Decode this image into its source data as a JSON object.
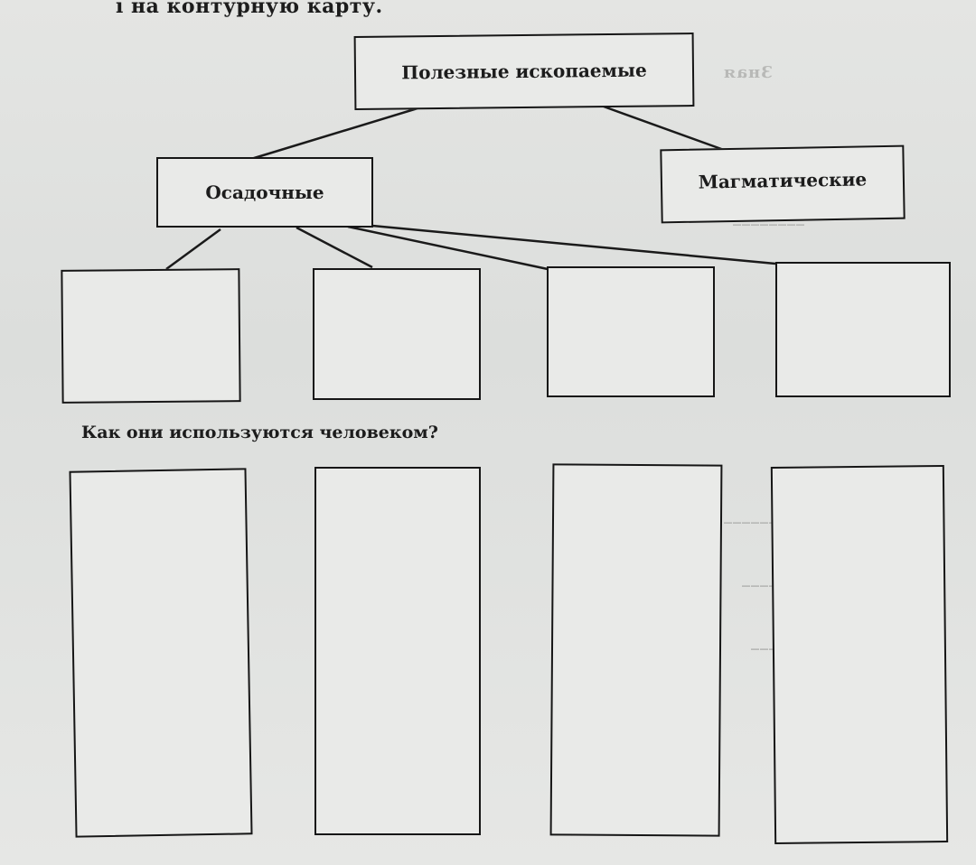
{
  "header": {
    "text": "ı на контурную карту."
  },
  "diagram": {
    "root": "Полезные ископаемые",
    "left_child": "Осадочные",
    "right_child": "Магматические",
    "question": "Как они используются человеком?"
  }
}
